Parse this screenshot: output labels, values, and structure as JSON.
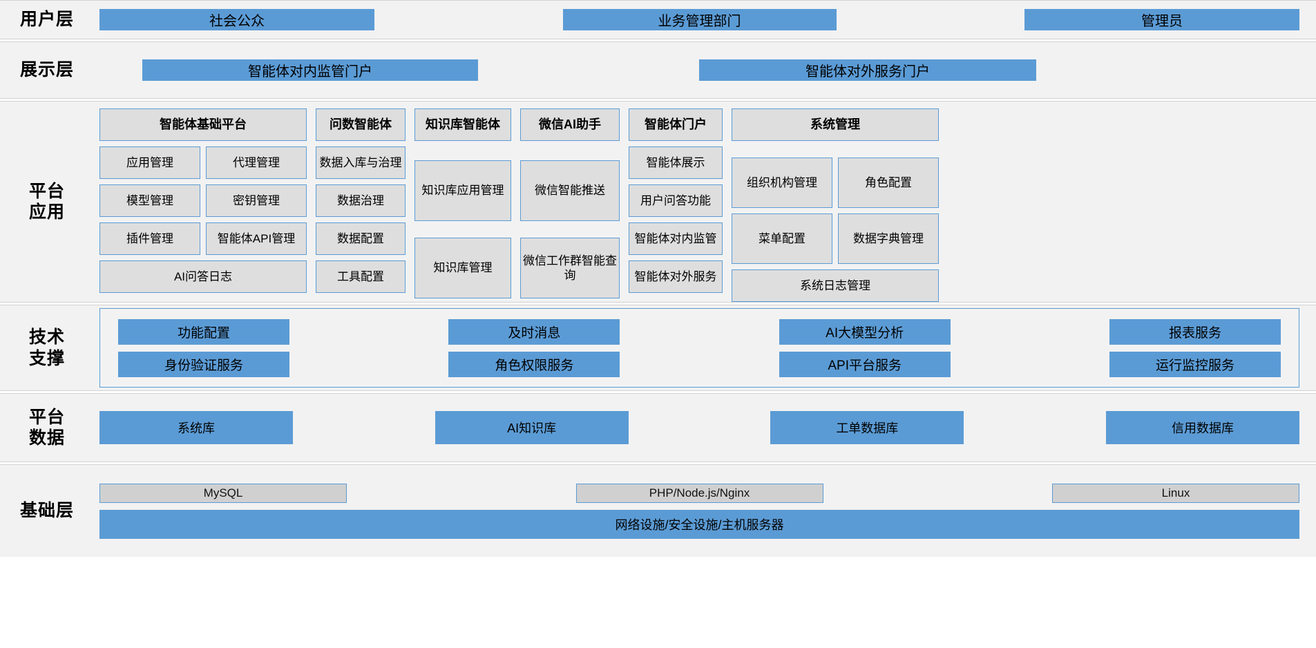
{
  "colors": {
    "accent_blue": "#5b9bd5",
    "box_grey": "#dedede",
    "plain_grey": "#d0d0d0",
    "band_bg": "#f2f2f2"
  },
  "layers": [
    {
      "id": "user",
      "label": "用户层",
      "boxes": [
        "社会公众",
        "业务管理部门",
        "管理员"
      ]
    },
    {
      "id": "presentation",
      "label": "展示层",
      "boxes": [
        "智能体对内监管门户",
        "智能体对外服务门户"
      ]
    },
    {
      "id": "platform_application",
      "label": "平台\n应用",
      "columns": [
        {
          "head": "智能体基础平台",
          "rows": [
            [
              "应用管理",
              "代理管理"
            ],
            [
              "模型管理",
              "密钥管理"
            ],
            [
              "插件管理",
              "智能体API管理"
            ],
            [
              "AI问答日志"
            ]
          ]
        },
        {
          "head": "问数智能体",
          "rows": [
            [
              "数据入库与治理"
            ],
            [
              "数据治理"
            ],
            [
              "数据配置"
            ],
            [
              "工具配置"
            ]
          ]
        },
        {
          "head": "知识库智能体",
          "rows": [
            [
              "知识库应用管理"
            ],
            [
              "知识库管理"
            ]
          ]
        },
        {
          "head": "微信AI助手",
          "rows": [
            [
              "微信智能推送"
            ],
            [
              "微信工作群智能查询"
            ]
          ]
        },
        {
          "head": "智能体门户",
          "rows": [
            [
              "智能体展示"
            ],
            [
              "用户问答功能"
            ],
            [
              "智能体对内监管"
            ],
            [
              "智能体对外服务"
            ]
          ]
        },
        {
          "head": "系统管理",
          "rows": [
            [
              "组织机构管理",
              "角色配置"
            ],
            [
              "菜单配置",
              "数据字典管理"
            ],
            [
              "系统日志管理"
            ]
          ]
        }
      ]
    },
    {
      "id": "technical_support",
      "label": "技术\n支撑",
      "rows": [
        [
          "功能配置",
          "及时消息",
          "AI大模型分析",
          "报表服务"
        ],
        [
          "身份验证服务",
          "角色权限服务",
          "API平台服务",
          "运行监控服务"
        ]
      ]
    },
    {
      "id": "platform_data",
      "label": "平台\n数据",
      "boxes": [
        "系统库",
        "AI知识库",
        "工单数据库",
        "信用数据库"
      ]
    },
    {
      "id": "infrastructure",
      "label": "基础层",
      "top_row": [
        "MySQL",
        "PHP/Node.js/Nginx",
        "Linux"
      ],
      "wide_box": "网络设施/安全设施/主机服务器"
    }
  ]
}
